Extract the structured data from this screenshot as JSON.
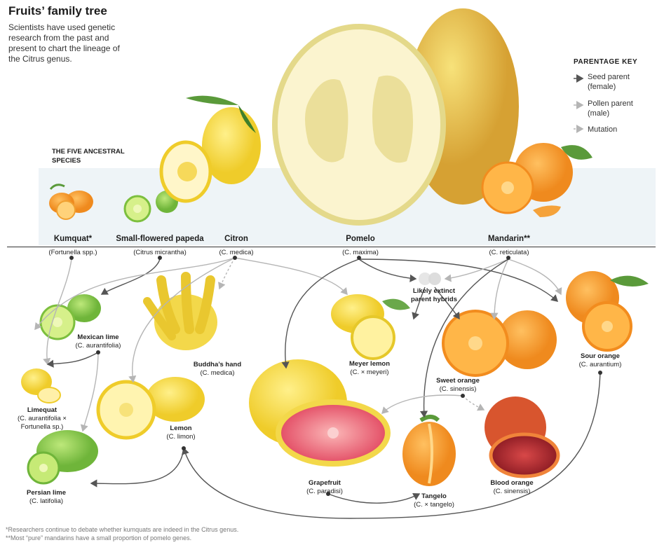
{
  "title": "Fruits’ family tree",
  "subtitle": "Scientists have used genetic research from the past and present to chart the lineage of the Citrus genus.",
  "ancestral_heading": "THE FIVE ANCESTRAL SPECIES",
  "key": {
    "title": "PARENTAGE KEY",
    "items": [
      {
        "label": "Seed parent (female)",
        "color": "#555555"
      },
      {
        "label": "Pollen parent (male)",
        "color": "#b5b5b5"
      },
      {
        "label": "Mutation",
        "color": "#b5b5b5",
        "dashed": true
      }
    ]
  },
  "species": [
    {
      "name": "Kumquat*",
      "sci": "(Fortunella spp.)"
    },
    {
      "name": "Small-flowered papeda",
      "sci": "(Citrus micrantha)"
    },
    {
      "name": "Citron",
      "sci": "(C. medica)"
    },
    {
      "name": "Pomelo",
      "sci": "(C. maxima)"
    },
    {
      "name": "Mandarin**",
      "sci": "(C. reticulata)"
    }
  ],
  "hybrids": {
    "mexican_lime": {
      "name": "Mexican lime",
      "sci": "(C. aurantifolia)"
    },
    "limequat": {
      "name": "Limequat",
      "sci": "(C. aurantifolia ×",
      "sci2": "Fortunella sp.)"
    },
    "persian_lime": {
      "name": "Persian lime",
      "sci": "(C. latifolia)"
    },
    "buddhas_hand": {
      "name": "Buddha’s hand",
      "sci": "(C. medica)"
    },
    "lemon": {
      "name": "Lemon",
      "sci": "(C. limon)"
    },
    "parent_hybrids": {
      "name": "Likely extinct",
      "sci": "parent hybrids"
    },
    "meyer_lemon": {
      "name": "Meyer lemon",
      "sci": "(C. × meyeri)"
    },
    "sweet_orange": {
      "name": "Sweet orange",
      "sci": "(C. sinensis)"
    },
    "sour_orange": {
      "name": "Sour orange",
      "sci": "(C. aurantium)"
    },
    "grapefruit": {
      "name": "Grapefruit",
      "sci": "(C. paradisi)"
    },
    "tangelo": {
      "name": "Tangelo",
      "sci": "(C. × tangelo)"
    },
    "blood_orange": {
      "name": "Blood orange",
      "sci": "(C. sinensis)"
    }
  },
  "footnotes": [
    "*Researchers continue to debate whether kumquats are indeed in the Citrus genus.",
    "**Most “pure” mandarins have a small proportion of pomelo genes."
  ],
  "colors": {
    "seed": "#555555",
    "pollen": "#b5b5b5",
    "lemon": "#f3d93a",
    "lime": "#8fcf45",
    "orange": "#f29a2a",
    "pomelo": "#f0e6a8",
    "pink": "#e8506a",
    "blood": "#b02a2a"
  }
}
